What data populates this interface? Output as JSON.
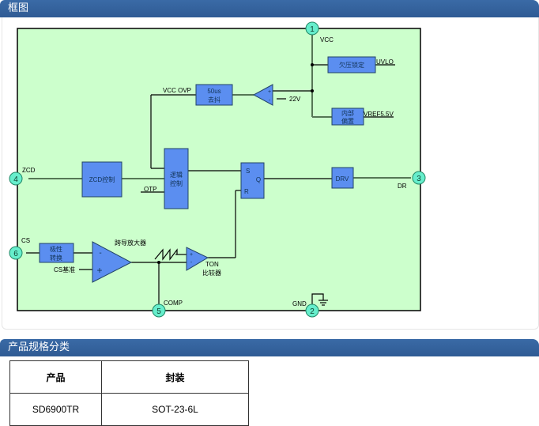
{
  "sections": {
    "block_diagram": {
      "title": "框图"
    },
    "spec": {
      "title": "产品规格分类"
    }
  },
  "diagram": {
    "pins": [
      {
        "num": "1",
        "label": "VCC"
      },
      {
        "num": "2",
        "label": "GND"
      },
      {
        "num": "3",
        "label": "DR"
      },
      {
        "num": "4",
        "label": "ZCD"
      },
      {
        "num": "5",
        "label": "COMP"
      },
      {
        "num": "6",
        "label": "CS"
      }
    ],
    "blocks": {
      "uvlo": "欠压锁定",
      "bias_l1": "内部",
      "bias_l2": "偏置",
      "debounce_l1": "50us",
      "debounce_l2": "去抖",
      "zcd": "ZCD控制",
      "logic_l1": "逻辑",
      "logic_l2": "控制",
      "drv": "DRV",
      "polarity_l1": "极性",
      "polarity_l2": "转换"
    },
    "signals": {
      "uvlo": "UVLO",
      "vref": "VREF5.5V",
      "vcc_ovp": "VCC OVP",
      "v22": "22V",
      "otp": "OTP",
      "s": "S",
      "r": "R",
      "q": "Q",
      "cs_ref": "CS基准",
      "gm_amp": "跨导放大器",
      "ton_l1": "TON",
      "ton_l2": "比较器",
      "plus": "+",
      "minus": "-"
    }
  },
  "spec_table": {
    "headers": [
      "产品",
      "封装"
    ],
    "rows": [
      [
        "SD6900TR",
        "SOT-23-6L"
      ]
    ]
  },
  "colors": {
    "header_blue": "#3a6aa6",
    "diagram_bg": "#ccffcc",
    "block_blue": "#5b8ef0",
    "pin_teal": "#66eecc"
  }
}
